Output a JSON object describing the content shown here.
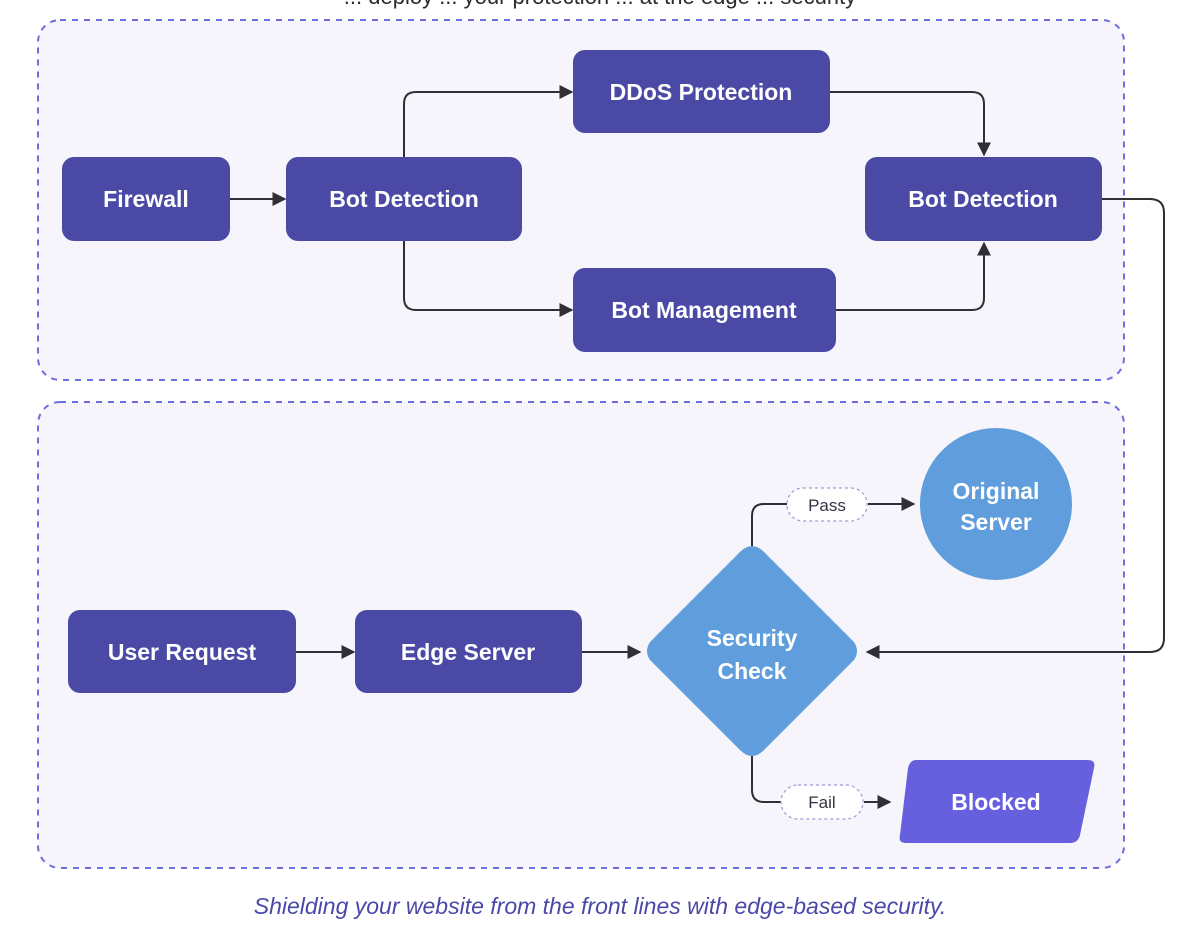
{
  "top_text": "... deploy ... your protection ... at the edge ... security",
  "caption": "Shielding your website from the front lines with edge-based security.",
  "colors": {
    "process_fill": "#4a4aa6",
    "decision_fill": "#5f9ddc",
    "terminal_fill": "#6660df",
    "group_border": "#6d6ee0",
    "group_fill": "#f5f5fb",
    "connector": "#2f2f35",
    "pill_border": "#9a9ad8"
  },
  "nodes": {
    "firewall": "Firewall",
    "bot_detection_1": "Bot Detection",
    "ddos_protection": "DDoS Protection",
    "bot_management": "Bot Management",
    "bot_detection_2": "Bot Detection",
    "user_request": "User Request",
    "edge_server": "Edge Server",
    "security_check": [
      "Security",
      "Check"
    ],
    "original_server": [
      "Original",
      "Server"
    ],
    "blocked": "Blocked"
  },
  "edge_labels": {
    "pass": "Pass",
    "fail": "Fail"
  }
}
